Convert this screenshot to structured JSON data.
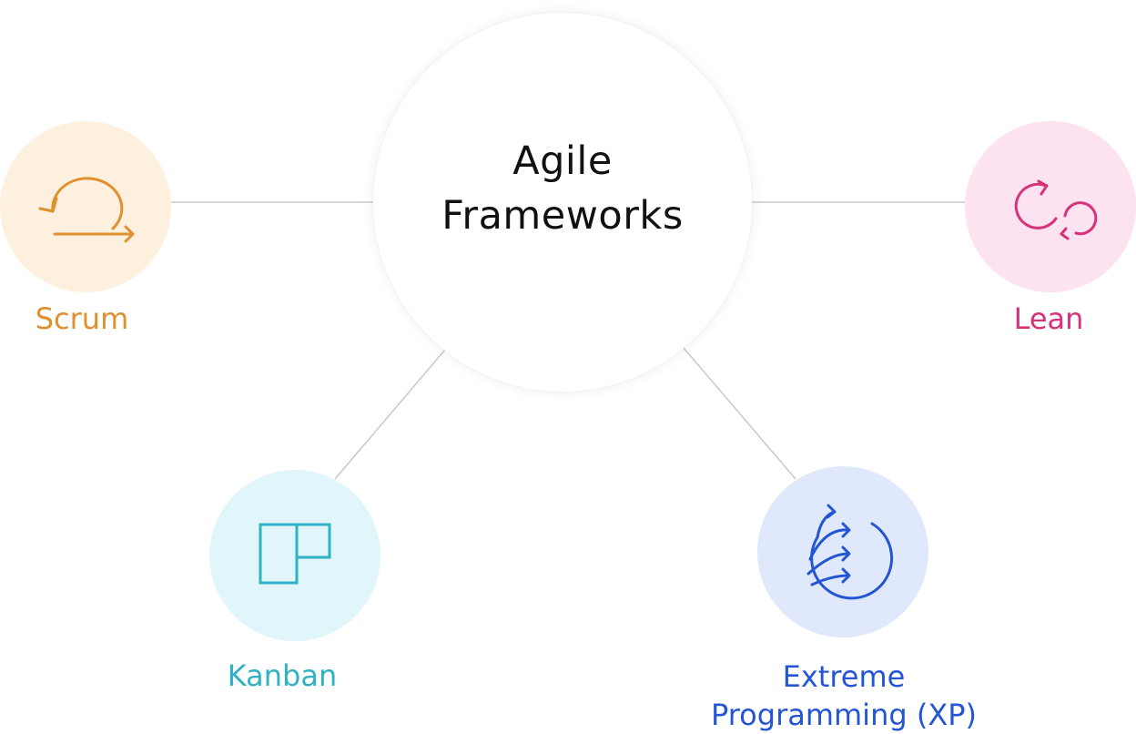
{
  "hub": {
    "line1": "Agile",
    "line2": "Frameworks"
  },
  "frameworks": [
    {
      "id": "scrum",
      "label": "Scrum",
      "color": "#e0902e",
      "bg": "#fdf0df",
      "icon": "loop-arrow-icon"
    },
    {
      "id": "lean",
      "label": "Lean",
      "color": "#d6337a",
      "bg": "#fde2ef",
      "icon": "cycle-icon"
    },
    {
      "id": "kanban",
      "label": "Kanban",
      "color": "#2eb2c4",
      "bg": "#e0f6fa",
      "icon": "kanban-board-icon"
    },
    {
      "id": "xp",
      "label_line1": "Extreme",
      "label_line2": "Programming (XP)",
      "color": "#2455d4",
      "bg": "#e0e9fb",
      "icon": "extreme-arrows-icon"
    }
  ],
  "connector_color": "#c8c8c8"
}
